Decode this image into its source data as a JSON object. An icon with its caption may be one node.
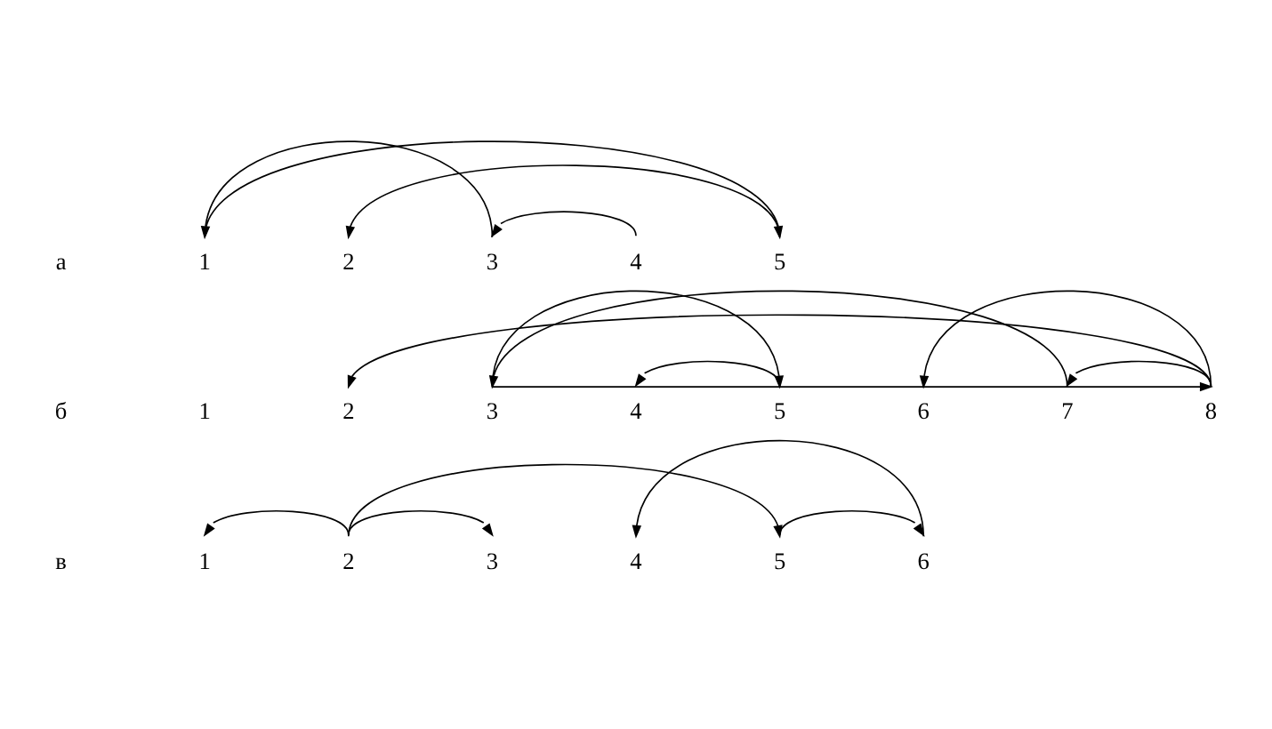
{
  "diagram": {
    "nodes": [
      {
        "text": [
          "1"
        ]
      },
      {
        "text": [
          "2"
        ]
      },
      {
        "text": [
          "3"
        ]
      },
      {
        "text": [
          "4"
        ]
      },
      {
        "text": [
          "5"
        ]
      },
      {
        "text": [
          "1"
        ]
      },
      {
        "text": [
          "2"
        ]
      },
      {
        "text": [
          "3"
        ]
      },
      {
        "text": [
          "4"
        ]
      },
      {
        "text": [
          "5"
        ]
      },
      {
        "text": [
          "6"
        ]
      },
      {
        "text": [
          "7"
        ]
      },
      {
        "text": [
          "8"
        ]
      },
      {
        "text": [
          "1"
        ]
      },
      {
        "text": [
          "2"
        ]
      },
      {
        "text": [
          "3"
        ]
      },
      {
        "text": [
          "4"
        ]
      },
      {
        "text": [
          "5"
        ]
      },
      {
        "text": [
          "6"
        ]
      }
    ],
    "edges": [
      {
        "from": 0,
        "to": 4,
        "arrow": "to"
      },
      {
        "from": 2,
        "to": 0,
        "arrow": "to"
      },
      {
        "from": 4,
        "to": 1,
        "arrow": "to"
      },
      {
        "from": 3,
        "to": 2,
        "arrow": "to"
      },
      {
        "from": 12,
        "to": 6,
        "arrow": "to"
      },
      {
        "from": 11,
        "to": 7,
        "arrow": "to"
      },
      {
        "from": 7,
        "to": 12,
        "arrow": "to"
      },
      {
        "from": 7,
        "to": 9,
        "arrow": "to"
      },
      {
        "from": 9,
        "to": 8,
        "arrow": "to"
      },
      {
        "from": 12,
        "to": 10,
        "arrow": "to"
      },
      {
        "from": 12,
        "to": 11,
        "arrow": "to"
      },
      {
        "from": 14,
        "to": 13,
        "arrow": "to"
      },
      {
        "from": 14,
        "to": 15,
        "arrow": "to"
      },
      {
        "from": 14,
        "to": 17,
        "arrow": "to"
      },
      {
        "from": 17,
        "to": 18,
        "arrow": "to"
      },
      {
        "from": 18,
        "to": 16,
        "arrow": "to"
      }
    ],
    "labels": [
      "а",
      "б",
      "в"
    ]
  }
}
